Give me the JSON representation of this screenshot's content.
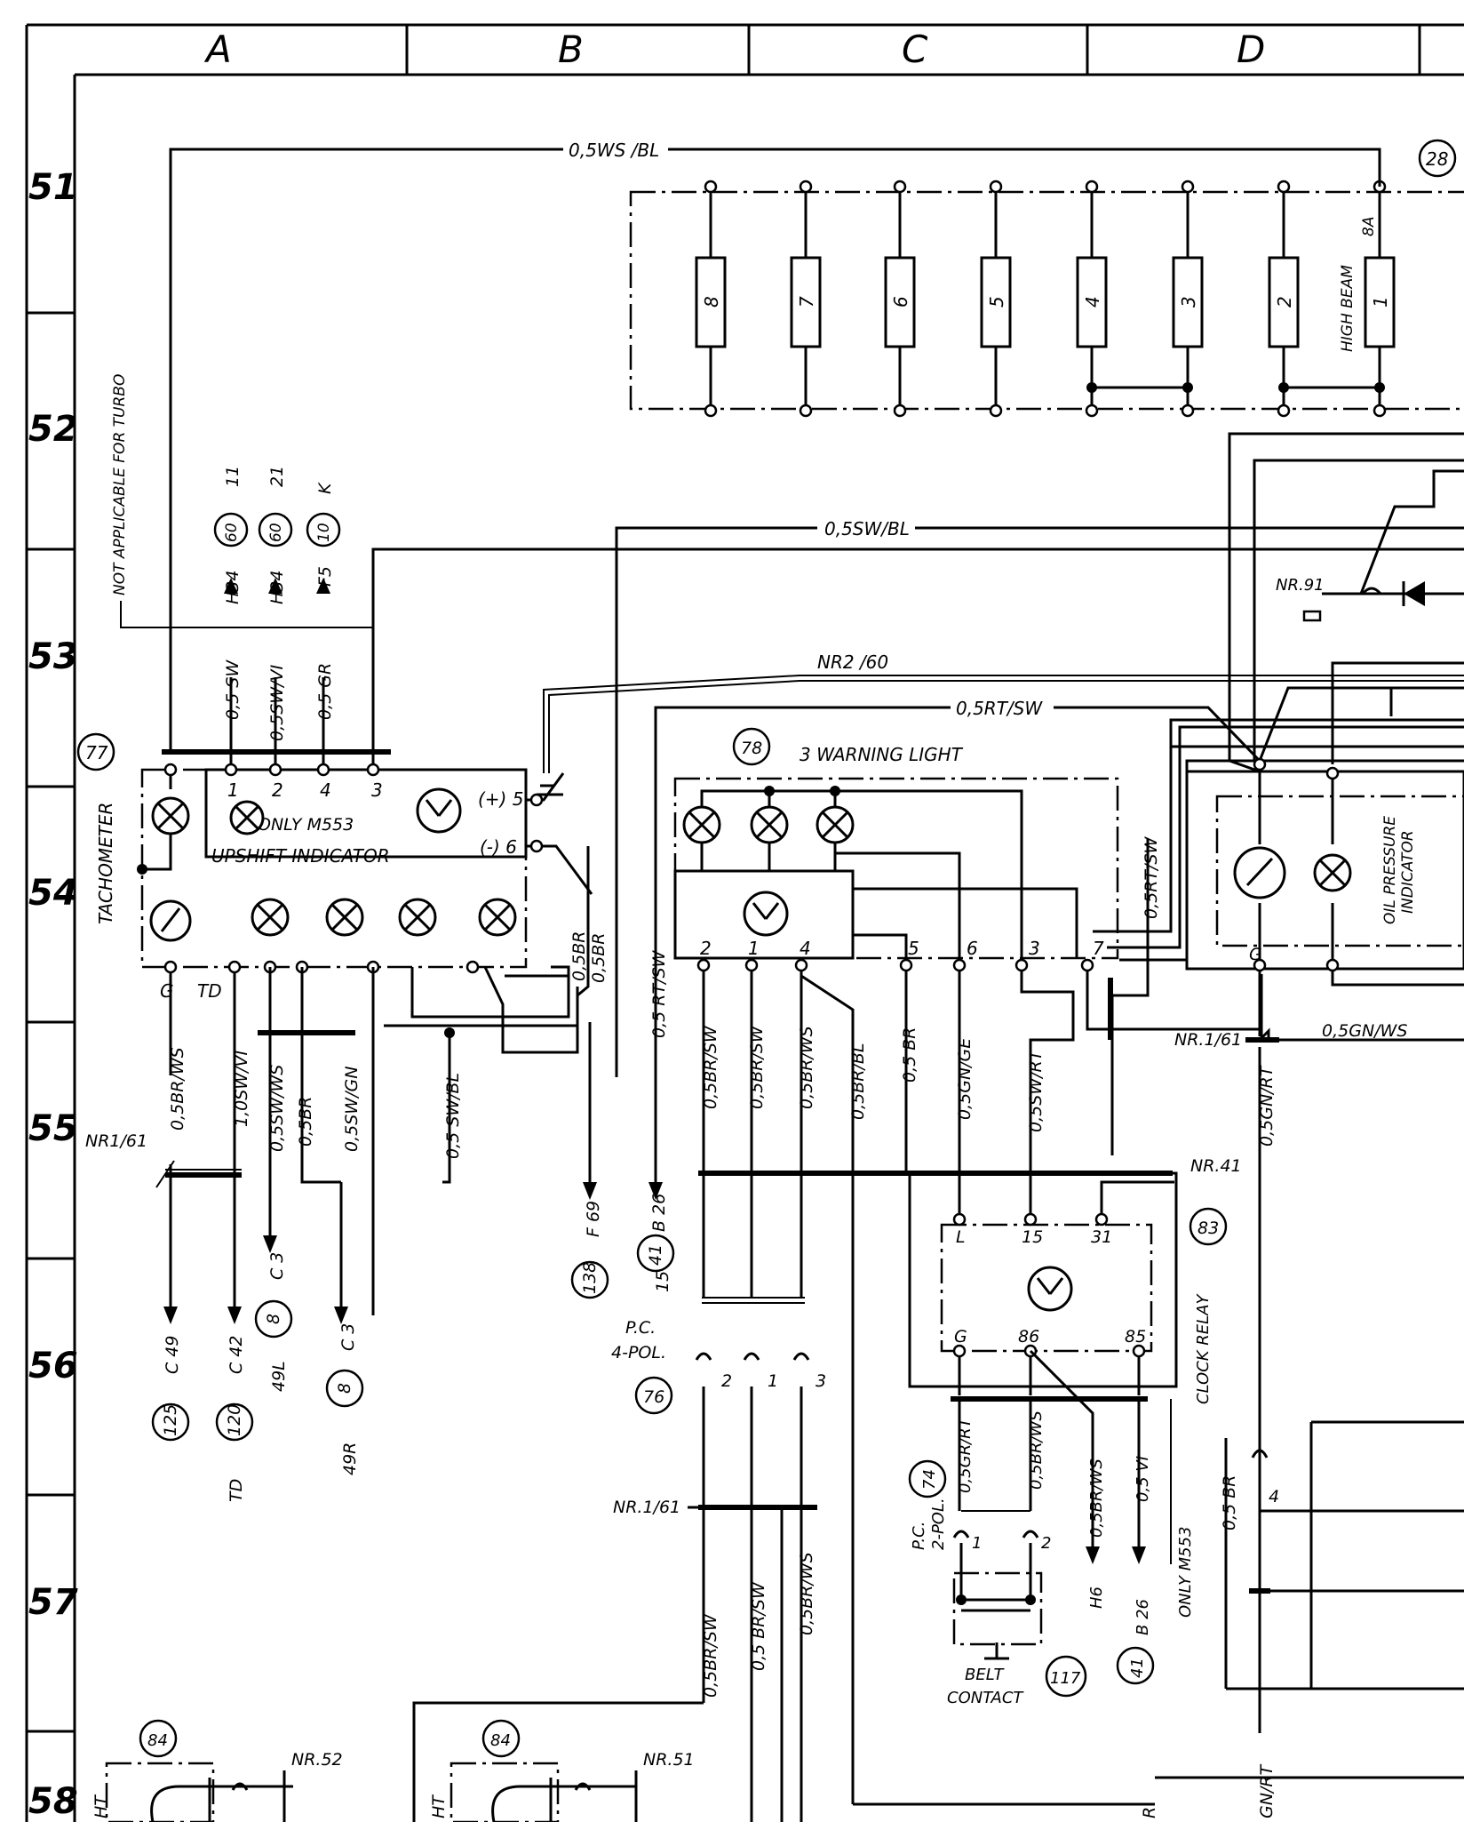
{
  "grid": {
    "columns": [
      "A",
      "B",
      "C",
      "D"
    ],
    "rows": [
      "51",
      "52",
      "53",
      "54",
      "55",
      "56",
      "57",
      "58"
    ]
  },
  "fuse_box": {
    "ref": "28",
    "fuses": [
      "8",
      "7",
      "6",
      "5",
      "4",
      "3",
      "2",
      "1"
    ],
    "high_beam_label": "HIGH BEAM",
    "high_beam_rating": "8A"
  },
  "tachometer": {
    "ref": "77",
    "label": "TACHOMETER",
    "upshift_label": "UPSHIFT INDICATOR",
    "only_label": "ONLY M553",
    "pins_top": [
      "1",
      "2",
      "4",
      "3"
    ],
    "pin_plus": "(+) 5",
    "pin_minus": "(-) 6",
    "pin_g": "G",
    "pin_td": "TD",
    "not_applicable": "NOT APPLICABLE FOR TURBO",
    "connections": [
      {
        "ref": "60",
        "pin": "11",
        "target": "H34"
      },
      {
        "ref": "60",
        "pin": "21",
        "target": "H34"
      },
      {
        "ref": "10",
        "pin": "K",
        "target": "F5"
      }
    ]
  },
  "warning_light": {
    "ref": "78",
    "label": "3 WARNING LIGHT",
    "pins": [
      "2",
      "1",
      "4",
      "5",
      "6",
      "3",
      "7"
    ]
  },
  "oil_pressure": {
    "label_line1": "OIL PRESSURE",
    "label_line2": "INDICATOR",
    "pin": "G"
  },
  "clock_relay": {
    "ref": "83",
    "label": "CLOCK RELAY",
    "pins_top": [
      "L",
      "15",
      "31"
    ],
    "pins_bottom": [
      "G",
      "86",
      "85"
    ],
    "nr": "NR.41"
  },
  "connectors": {
    "pc4": {
      "ref": "76",
      "line1": "P.C.",
      "line2": "4-POL.",
      "pins": [
        "2",
        "1",
        "3"
      ]
    },
    "pc2": {
      "ref": "74",
      "line1": "P.C.",
      "line2": "2-POL.",
      "pins": [
        "1",
        "2"
      ]
    },
    "belt": {
      "ref": "117",
      "line1": "BELT",
      "line2": "CONTACT"
    },
    "pin4": "4"
  },
  "wires": {
    "top_wsbl": "0,5WS /BL",
    "swbl": "0,5SW/BL",
    "nr2_60": "NR2 /60",
    "rtsw": "0,5RT/SW",
    "rtsw_v": "0,5 RT/SW",
    "rtsw_v2": "0,5RT/SW",
    "sw": "0,5 SW",
    "swvi": "0,5SW/VI",
    "gr": "0,5 GR",
    "brws": "0,5BR/WS",
    "swvi_1": "1,0SW/VI",
    "ssww": "0,5SW/WS",
    "br_a": "0,5BR",
    "swgn": "0,5SW/GN",
    "swbl_v": "0,5 SW/BL",
    "br_b1": "0,5BR",
    "br_b2": "0,5BR",
    "brsw_1": "0,5BR/SW",
    "brsw_2": "0,5BR/SW",
    "brws_c": "0,5BR/WS",
    "brbl": "0,5BR/BL",
    "br_c": "0,5 BR",
    "gnge": "0,5GN/GE",
    "swrt": "0,5SW/RT",
    "gnrt": "0,5GN/RT",
    "gnws": "0,5GN/WS",
    "grrt": "0,5GR/RT",
    "brws_86": "0,5BR/WS",
    "brws_h6": "0,5BR/WS",
    "vi": "0,5 VI",
    "br_d": "0,5 BR",
    "brsw_low": "0,5BR/SW",
    "brsw_low2": "0,5 BR/SW",
    "brws_low": "0,5BR/WS",
    "gnrt_low": "GN/RT"
  },
  "nr_labels": {
    "nr1_61_a": "NR1/61",
    "nr1_61_b": "NR.1/61",
    "nr1_61_c": "NR.1/61",
    "nr91": "NR.91",
    "nr52": "NR.52",
    "nr51": "NR.51"
  },
  "destinations": [
    {
      "ref": "125",
      "code": "C 49"
    },
    {
      "ref": "120",
      "code": "C 42",
      "sub": "TD"
    },
    {
      "ref": "8",
      "code": "C 3",
      "sub": "49L"
    },
    {
      "ref": "8",
      "code": "C 3",
      "sub": "49R"
    },
    {
      "ref": "138",
      "code": "F 69"
    },
    {
      "ref": "41",
      "code": "B 26",
      "sub": "15"
    },
    {
      "ref": "41",
      "code": "B 26"
    }
  ],
  "h6": "H6",
  "only_m553": "ONLY M553",
  "bottom_ref": "84",
  "bottom_ht": "HT",
  "bottom_r": "R"
}
